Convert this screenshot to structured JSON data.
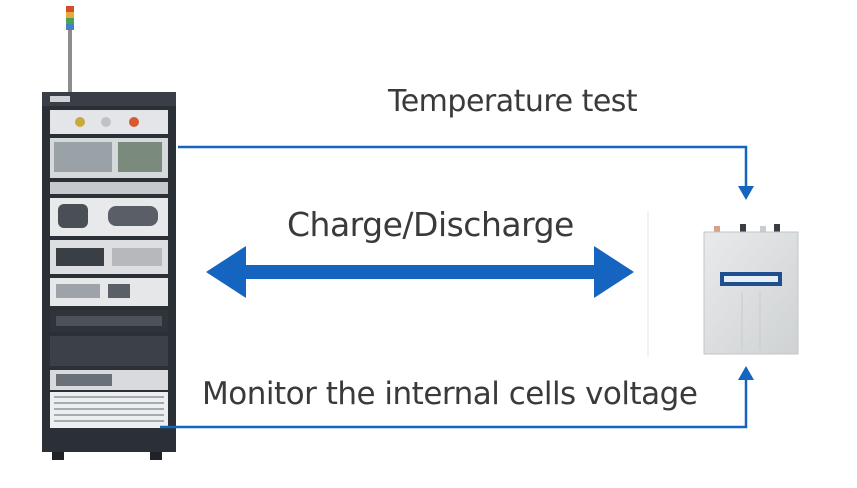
{
  "labels": {
    "temperature": "Temperature test",
    "charge": "Charge/Discharge",
    "monitor": "Monitor the internal cells voltage"
  },
  "colors": {
    "arrow_blue": "#1565c0",
    "text": "#3a3a3a",
    "cabinet_frame": "#2b2f36",
    "pack_body": "#dcdedf"
  },
  "icons": {
    "tester": "test-cabinet-icon",
    "battery": "battery-pack-icon",
    "signal_light": "tower-light-icon"
  }
}
